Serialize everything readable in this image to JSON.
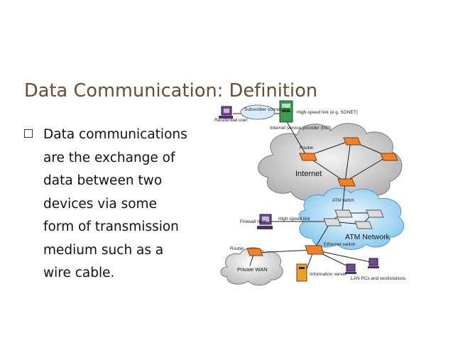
{
  "slide": {
    "title": "Data Communication: Definition",
    "bullet_lines": [
      "Data communications",
      "are the exchange of",
      "data between two",
      "devices via some",
      "form of transmission",
      "medium such as a",
      "wire cable."
    ]
  },
  "diagram": {
    "residential_user": "Residential user",
    "subscriber_connection": "Subscriber connection",
    "isp": "Internet service provider (ISP)",
    "high_speed_link_top": "High-speed link (e.g. SONET)",
    "router_internet": "Router",
    "internet": "Internet",
    "atm_switch": "ATM switch",
    "atm_network": "ATM Network",
    "firewall_host": "Firewall host",
    "high_speed_link": "High-speed link",
    "ethernet_switch": "Ethernet switch",
    "router_lower": "Router",
    "private_wan": "Private WAN",
    "information_server": "Information server",
    "lan_pcs": "LAN PCs and workstations"
  }
}
